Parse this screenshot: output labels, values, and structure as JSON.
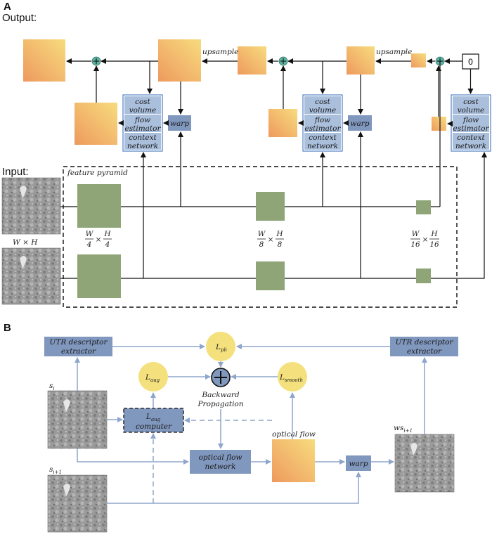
{
  "panel_a": {
    "letter": "A",
    "output_label": "Output:",
    "input_label": "Input:",
    "feature_pyramid_label": "feature pyramid",
    "upsample_1": "upsample",
    "upsample_2": "upsample",
    "zero_label": "0",
    "module_lines": [
      "cost",
      "volume",
      "flow",
      "estimator",
      "context",
      "network"
    ],
    "warp_label": "warp",
    "size_label": "W × H",
    "scales": [
      {
        "num": "W",
        "den": "4",
        "num2": "H",
        "den2": "4"
      },
      {
        "num": "W",
        "den": "8",
        "num2": "H",
        "den2": "8"
      },
      {
        "num": "W",
        "den": "16",
        "num2": "H",
        "den2": "16"
      }
    ]
  },
  "panel_b": {
    "letter": "B",
    "utr_left": [
      "UTR descriptor",
      "extractor"
    ],
    "utr_right": [
      "UTR descriptor",
      "extractor"
    ],
    "l_ph": "L",
    "l_ph_sub": "ph",
    "l_aug": "L",
    "l_aug_sub": "aug",
    "l_smooth": "L",
    "l_smooth_sub": "smooth",
    "backprop": [
      "Backward",
      "Propagation"
    ],
    "laug_computer_sub": "aug",
    "laug_computer_word": "computer",
    "optical_flow_label": "optical flow",
    "ofn": [
      "optical flow",
      "network"
    ],
    "warp_label": "warp",
    "s_i": "s",
    "s_i_sub": "i",
    "s_i1": "s",
    "s_i1_sub": "i+1",
    "ws": "ws",
    "ws_sub": "i+1"
  },
  "colors": {
    "module_fill": "#aabfdc",
    "module_border": "#4f7fc1",
    "dark_box": "#8097be",
    "green": "#8fa577",
    "yellow_circle": "#f4e07c",
    "plus_circle": "#5fb3a3",
    "arrow_blue": "#8ea6cc"
  }
}
